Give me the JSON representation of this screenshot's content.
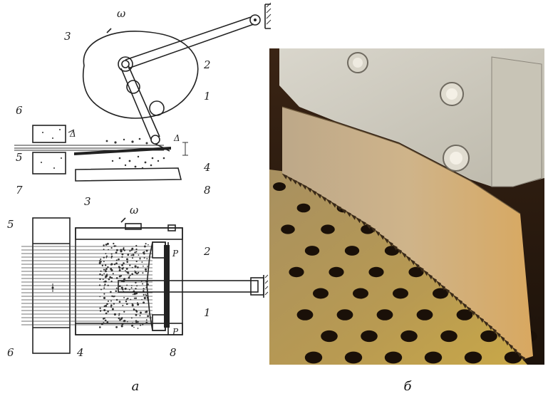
{
  "diagram": {
    "top_view": {
      "labels": {
        "omega": "ω",
        "n1": "1",
        "n2": "2",
        "n3": "3",
        "n4": "4",
        "n5": "5",
        "n6": "6",
        "n7": "7",
        "n8": "8",
        "delta_left": "Δ",
        "delta_right": "Δ"
      }
    },
    "plan_view": {
      "labels": {
        "n3": "3",
        "omega": "ω",
        "n5": "5",
        "n2": "2",
        "p_top": "P",
        "n1": "1",
        "p_bottom": "P",
        "n6": "6",
        "n4": "4",
        "n8": "8"
      }
    }
  },
  "captions": {
    "left": "а",
    "right": "б"
  },
  "colors": {
    "ink": "#222222",
    "photo_dark": "#2a1a10",
    "photo_sand": "#c8a878",
    "photo_plate": "#b89a52",
    "photo_metal": "#d8d4c8"
  }
}
